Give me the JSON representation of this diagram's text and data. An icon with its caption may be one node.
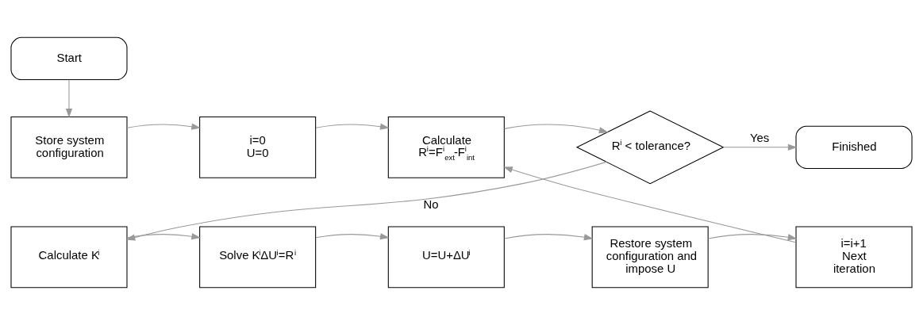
{
  "diagram": {
    "nodes": [
      {
        "text": [
          "Start"
        ]
      },
      {
        "text": [
          "Store system configuration"
        ]
      },
      {
        "text": [
          "i=0 U=0"
        ]
      },
      {
        "text": [
          "Calculate R$^{i}$=F$^{i}$$_{ext}$-F$^{i}$$_{int}$"
        ]
      },
      {
        "text": [
          "R$^{i}$ < tolerance?"
        ]
      },
      {
        "text": [
          "Finished"
        ]
      },
      {
        "text": [
          "Calculate K$^{i}$"
        ]
      },
      {
        "text": [
          "Solve K$^{i}$ΔU$^{i}$=R$^{i}$"
        ]
      },
      {
        "text": [
          "U=U+ΔU$^{i}$"
        ]
      },
      {
        "text": [
          "Restore system configuration and impose U"
        ]
      },
      {
        "text": [
          "i=i+1 Next iteration"
        ]
      }
    ],
    "edges": [
      {
        "from": 0,
        "to": 1,
        "arrow": "to"
      },
      {
        "from": 1,
        "to": 2,
        "arrow": "to"
      },
      {
        "from": 2,
        "to": 3,
        "arrow": "to"
      },
      {
        "from": 3,
        "to": 4,
        "arrow": "to"
      },
      {
        "from": 4,
        "to": 5,
        "arrow": "to",
        "label": "Yes"
      },
      {
        "from": 4,
        "to": 6,
        "arrow": "to",
        "label": "No"
      },
      {
        "from": 6,
        "to": 7,
        "arrow": "to"
      },
      {
        "from": 7,
        "to": 8,
        "arrow": "to"
      },
      {
        "from": 8,
        "to": 9,
        "arrow": "to"
      },
      {
        "from": 9,
        "to": 10,
        "arrow": "to"
      },
      {
        "from": 10,
        "to": 3,
        "arrow": "to"
      }
    ]
  }
}
